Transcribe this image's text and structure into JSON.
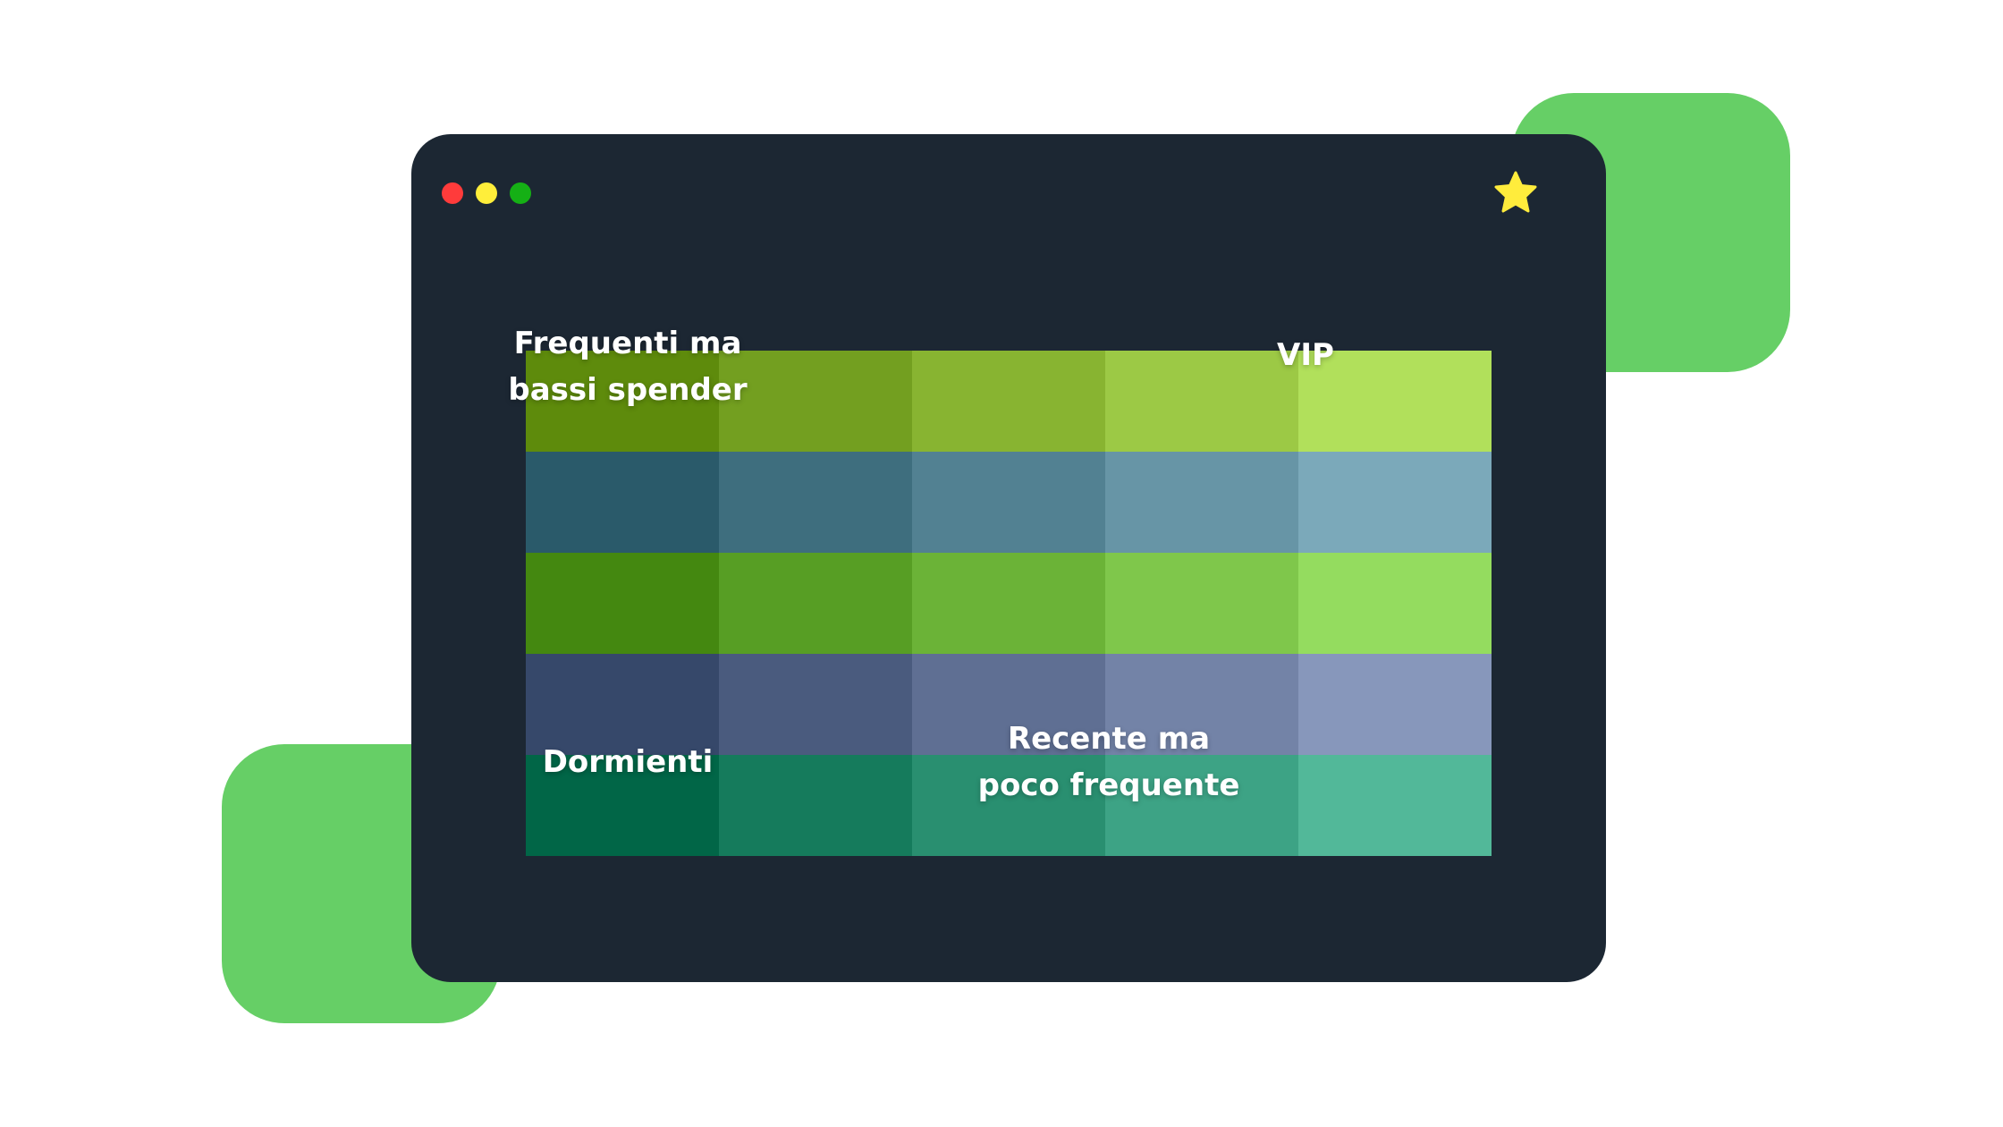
{
  "colors": {
    "background": "#ffffff",
    "decor_green": "#66cf66",
    "window": "#1c2733",
    "window_buttons": [
      "#ff3b3b",
      "#ffee3a",
      "#15b015"
    ],
    "star": "#ffec3c"
  },
  "window": {
    "star_icon": "star-icon"
  },
  "grid": {
    "rows": [
      [
        "#5e8b0c",
        "#739f20",
        "#88b431",
        "#9cc945",
        "#b1e05b"
      ],
      [
        "#2a5a6a",
        "#3e6e7e",
        "#528192",
        "#6795a6",
        "#7ba9ba"
      ],
      [
        "#448810",
        "#579e24",
        "#6bb337",
        "#7fc74b",
        "#94dc5f"
      ],
      [
        "#36486a",
        "#4a5b7e",
        "#5f6f93",
        "#7383a7",
        "#8797bb"
      ],
      [
        "#016647",
        "#157b5c",
        "#298f70",
        "#3da385",
        "#52b899"
      ]
    ]
  },
  "segments": {
    "frequent_low_spenders": "Frequenti ma\nbassi spender",
    "vip": "VIP",
    "dormant": "Dormienti",
    "recent_infrequent": "Recente ma\npoco frequente"
  }
}
